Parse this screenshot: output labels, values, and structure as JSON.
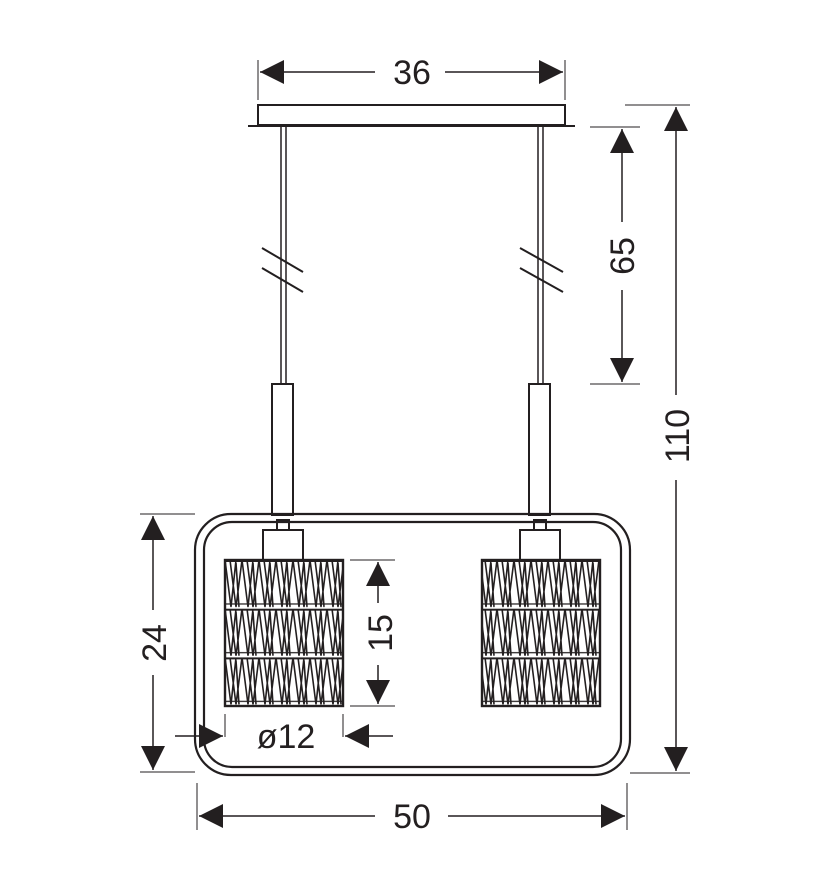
{
  "dimensions": {
    "canopy_width": "36",
    "cable_length": "65",
    "total_height": "110",
    "frame_height": "24",
    "shade_height": "15",
    "shade_diameter": "ø12",
    "frame_width": "50"
  },
  "colors": {
    "line": "#231f20",
    "background": "#ffffff"
  }
}
